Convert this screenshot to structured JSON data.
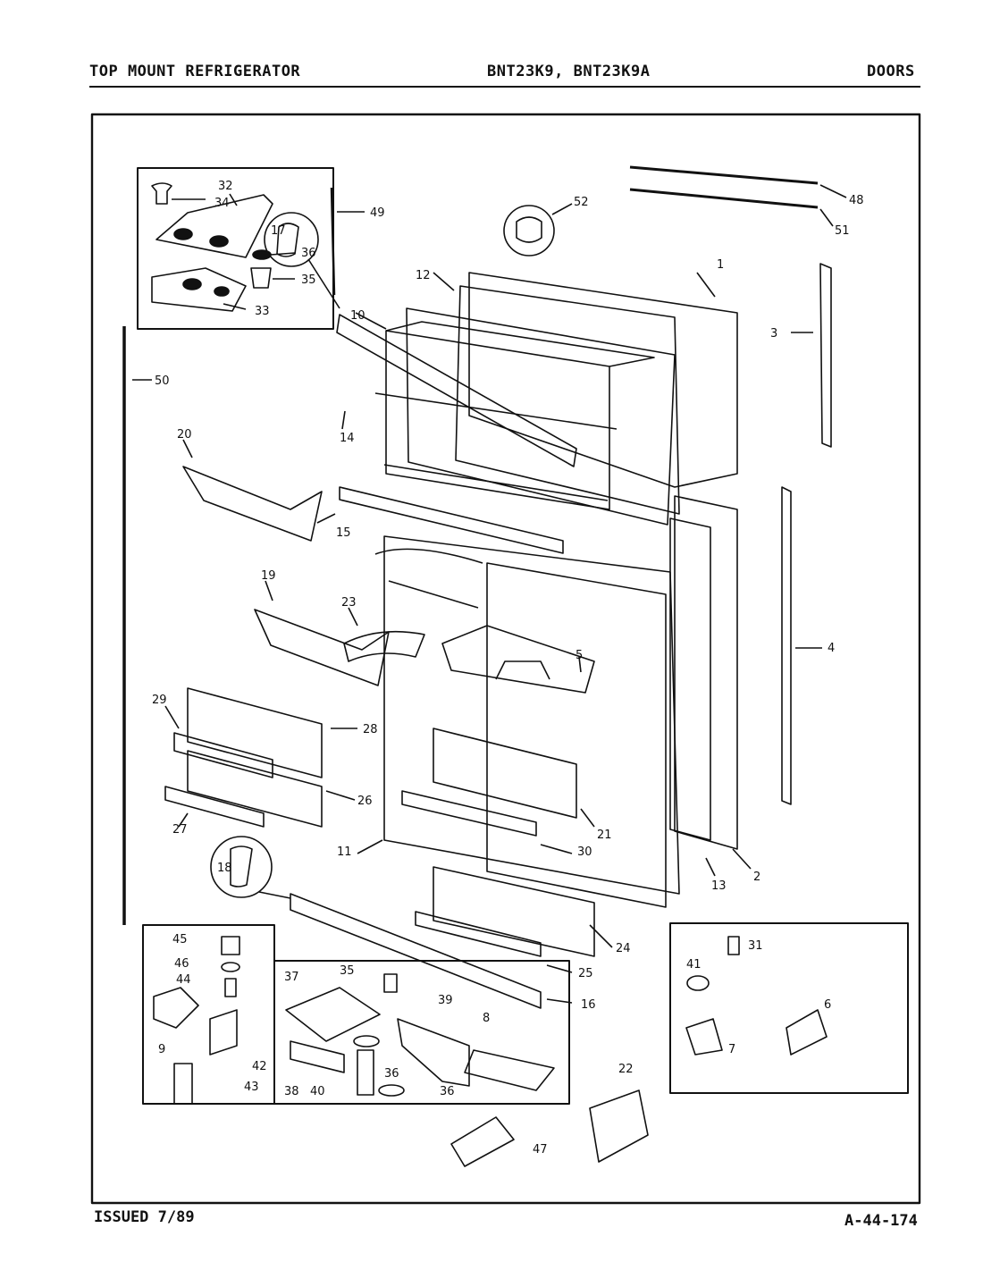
{
  "header": {
    "left": "TOP MOUNT REFRIGERATOR",
    "center": "BNT23K9, BNT23K9A",
    "right": "DOORS"
  },
  "footer": {
    "left": "ISSUED 7/89",
    "right": "A-44-174"
  },
  "callouts": {
    "p1": "1",
    "p2": "2",
    "p3": "3",
    "p4": "4",
    "p5": "5",
    "p6": "6",
    "p7": "7",
    "p8": "8",
    "p9": "9",
    "p10": "10",
    "p11": "11",
    "p12": "12",
    "p13": "13",
    "p14": "14",
    "p15": "15",
    "p16": "16",
    "p17": "17",
    "p18": "18",
    "p19": "19",
    "p20": "20",
    "p21": "21",
    "p22": "22",
    "p23": "23",
    "p24": "24",
    "p25": "25",
    "p26": "26",
    "p27": "27",
    "p28": "28",
    "p29": "29",
    "p30": "30",
    "p31": "31",
    "p32": "32",
    "p33": "33",
    "p34": "34",
    "p35a": "35",
    "p35b": "35",
    "p36a": "36",
    "p36b": "36",
    "p36c": "36",
    "p37": "37",
    "p38": "38",
    "p39": "39",
    "p40": "40",
    "p41": "41",
    "p42": "42",
    "p43": "43",
    "p44": "44",
    "p45": "45",
    "p46": "46",
    "p47": "47",
    "p48": "48",
    "p49": "49",
    "p50": "50",
    "p51": "51",
    "p52": "52"
  }
}
